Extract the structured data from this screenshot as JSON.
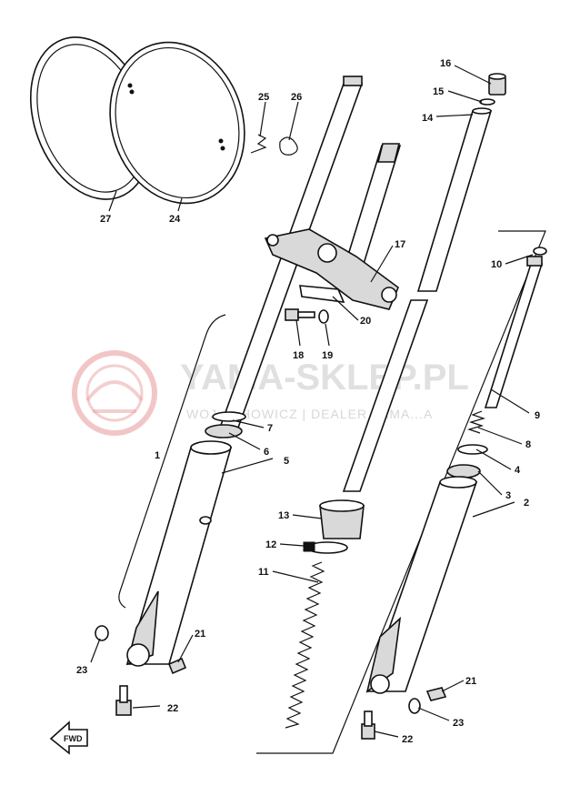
{
  "watermark": {
    "title": "YAMA-SKLEP.PL",
    "subtitle": "WOJ...CHOWICZ | DEALER YAMA...A",
    "logo_color": "#e23a3a"
  },
  "fwd_label": "FWD",
  "callouts": [
    {
      "id": "16",
      "text": "16"
    },
    {
      "id": "15",
      "text": "15"
    },
    {
      "id": "14",
      "text": "14"
    },
    {
      "id": "25",
      "text": "25"
    },
    {
      "id": "26",
      "text": "26"
    },
    {
      "id": "27",
      "text": "27"
    },
    {
      "id": "24",
      "text": "24"
    },
    {
      "id": "17",
      "text": "17"
    },
    {
      "id": "10",
      "text": "10"
    },
    {
      "id": "20",
      "text": "20"
    },
    {
      "id": "18",
      "text": "18"
    },
    {
      "id": "19",
      "text": "19"
    },
    {
      "id": "9",
      "text": "9"
    },
    {
      "id": "7",
      "text": "7"
    },
    {
      "id": "8",
      "text": "8"
    },
    {
      "id": "1",
      "text": "1"
    },
    {
      "id": "6",
      "text": "6"
    },
    {
      "id": "5",
      "text": "5"
    },
    {
      "id": "4",
      "text": "4"
    },
    {
      "id": "3",
      "text": "3"
    },
    {
      "id": "2",
      "text": "2"
    },
    {
      "id": "13",
      "text": "13"
    },
    {
      "id": "12",
      "text": "12"
    },
    {
      "id": "11",
      "text": "11"
    },
    {
      "id": "21a",
      "text": "21"
    },
    {
      "id": "23a",
      "text": "23"
    },
    {
      "id": "22a",
      "text": "22"
    },
    {
      "id": "21b",
      "text": "21"
    },
    {
      "id": "23b",
      "text": "23"
    },
    {
      "id": "22b",
      "text": "22"
    }
  ]
}
